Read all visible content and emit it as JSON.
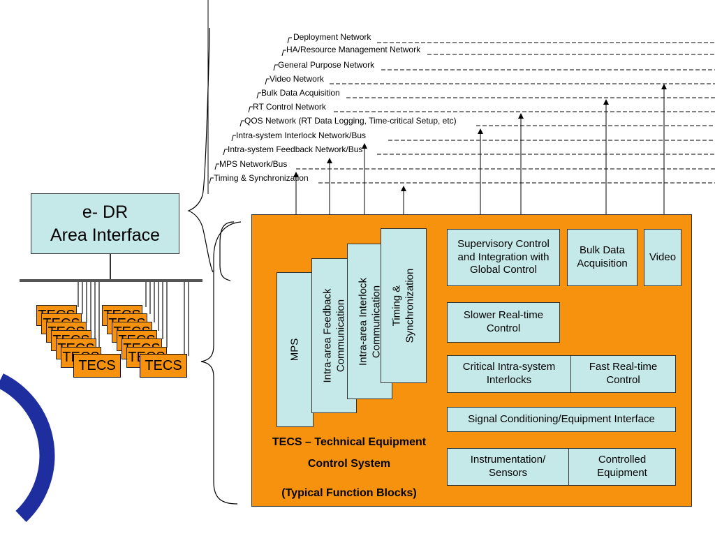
{
  "edr": {
    "line1": "e- DR",
    "line2": "Area  Interface"
  },
  "tecs_label": "TECS",
  "networks": [
    "Deployment Network",
    "HA/Resource Management Network",
    "General Purpose Network",
    "Video Network",
    "Bulk Data Acquisition",
    "RT Control Network",
    "QOS Network (RT Data Logging, Time-critical Setup, etc)",
    "Intra-system Interlock Network/Bus",
    "Intra-system Feedback Network/Bus",
    "MPS Network/Bus",
    "Timing & Synchronization"
  ],
  "vertical_blocks": {
    "mps": "MPS",
    "feedback": [
      "Intra-area Feedback",
      "Communication"
    ],
    "interlock": [
      "Intra-area Interlock",
      "Communication"
    ],
    "timing": [
      "Timing &",
      "Synchronization"
    ]
  },
  "blocks": {
    "supervisory": [
      "Supervisory Control",
      "and Integration with",
      "Global Control"
    ],
    "bulk": [
      "Bulk Data",
      "Acquisition"
    ],
    "video": "Video",
    "slower": [
      "Slower Real-time",
      "Control"
    ],
    "critical": [
      "Critical Intra-system",
      "Interlocks"
    ],
    "fast": [
      "Fast Real-time",
      "Control"
    ],
    "signal": "Signal Conditioning/Equipment Interface",
    "instrumentation": [
      "Instrumentation/",
      "Sensors"
    ],
    "controlled": [
      "Controlled",
      "Equipment"
    ]
  },
  "caption": {
    "line1": "TECS – Technical Equipment",
    "line2": "Control System",
    "line3": "(Typical Function Blocks)"
  },
  "colors": {
    "orange": "#f7920f",
    "cyan": "#c5e8e8",
    "logo_blue": "#1f2e9e"
  }
}
